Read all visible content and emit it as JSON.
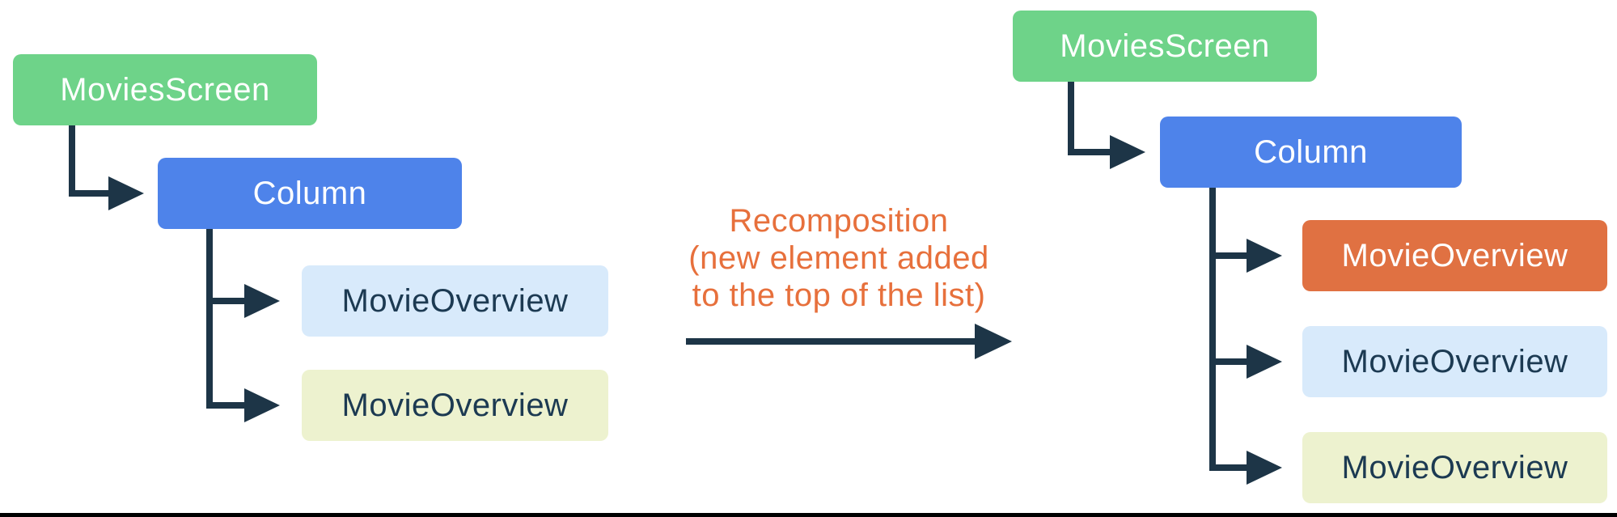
{
  "diagram": {
    "title_semantics": "Compose recomposition tree diagram",
    "connector_color": "#1D3547",
    "left_tree": {
      "root": {
        "label": "MoviesScreen",
        "color": "#6ED389",
        "text_color": "#FFFFFF"
      },
      "column": {
        "label": "Column",
        "color": "#4E83EA",
        "text_color": "#FFFFFF"
      },
      "children": [
        {
          "label": "MovieOverview",
          "color": "#D8EAFB",
          "text_color": "#1C3A52"
        },
        {
          "label": "MovieOverview",
          "color": "#EDF2CF",
          "text_color": "#1C3A52"
        }
      ]
    },
    "caption": {
      "lines": [
        "Recomposition",
        "(new element added",
        "to the top of the list)"
      ],
      "color": "#E7703C"
    },
    "right_tree": {
      "root": {
        "label": "MoviesScreen",
        "color": "#6ED389",
        "text_color": "#FFFFFF"
      },
      "column": {
        "label": "Column",
        "color": "#4E83EA",
        "text_color": "#FFFFFF"
      },
      "children": [
        {
          "label": "MovieOverview",
          "color": "#E07142",
          "text_color": "#FFFFFF",
          "highlight": true
        },
        {
          "label": "MovieOverview",
          "color": "#D8EAFB",
          "text_color": "#1C3A52"
        },
        {
          "label": "MovieOverview",
          "color": "#EDF2CF",
          "text_color": "#1C3A52"
        }
      ]
    }
  }
}
